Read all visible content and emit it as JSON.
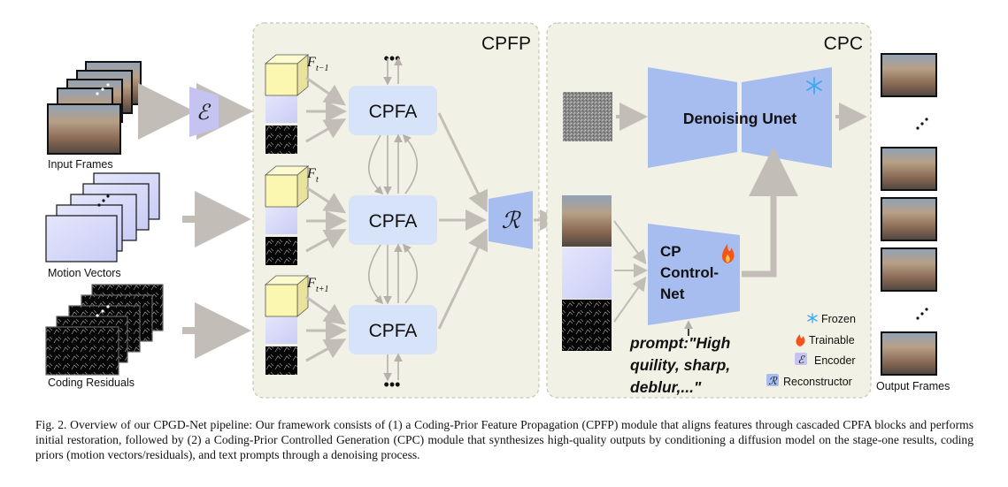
{
  "diagram": {
    "inputs": {
      "input_frames": "Input Frames",
      "motion_vectors": "Motion Vectors",
      "coding_residuals": "Coding Residuals"
    },
    "encoder_symbol": "ℰ",
    "reconstructor_symbol": "ℛ",
    "cpfp": {
      "title": "CPFP",
      "blocks": [
        "CPFA",
        "CPFA",
        "CPFA"
      ],
      "feature_labels": [
        {
          "base": "F",
          "sub": "t−1"
        },
        {
          "base": "F",
          "sub": "t"
        },
        {
          "base": "F",
          "sub": "t+1"
        }
      ],
      "ellipsis": "•••"
    },
    "cpc": {
      "title": "CPC",
      "unet": "Denoising Unet",
      "controlnet_lines": [
        "CP",
        "Control-",
        "Net"
      ],
      "prompt_lines": [
        "prompt:\"High",
        "quility, sharp,",
        "deblur,...\""
      ]
    },
    "legend": {
      "frozen": "Frozen",
      "trainable": "Trainable",
      "encoder": "Encoder",
      "reconstructor": "Reconstructor"
    },
    "outputs": {
      "output_frames": "Output Frames"
    },
    "colors": {
      "panel_bg": "#f2f1e6",
      "panel_border": "#c9c8bb",
      "block_blue": "#d6e3f8",
      "unet_blue": "#a7bdf0",
      "encoder_purple": "#c5c3f0",
      "arrow_gray": "#c2bdb6",
      "cube_yellow": "#fbf6b0"
    }
  },
  "caption": "Fig. 2.  Overview of our CPGD-Net pipeline: Our framework consists of (1) a Coding-Prior Feature Propagation (CPFP) module that aligns features through cascaded CPFA blocks and performs initial restoration, followed by (2) a Coding-Prior Controlled Generation (CPC) module that synthesizes high-quality outputs by conditioning a diffusion model on the stage-one results, coding priors (motion vectors/residuals), and text prompts through a denoising process."
}
